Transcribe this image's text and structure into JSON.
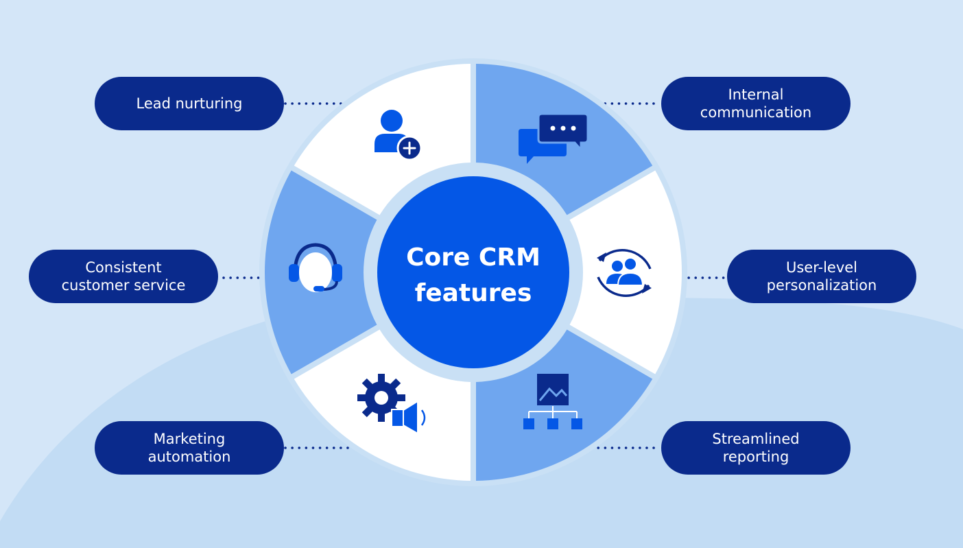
{
  "colors": {
    "background": "#d4e6f8",
    "background_wave": "#c2dcf4",
    "ring_gap": "#c9e0f5",
    "segment_light": "#ffffff",
    "segment_accent": "#6fa6ef",
    "hub": "#0457e6",
    "pill": "#0a2a8c",
    "icon_dark": "#0a2a8c",
    "icon_blue": "#0457e6",
    "dots": "#0a2a8c"
  },
  "center": {
    "line1": "Core CRM",
    "line2": "features"
  },
  "features": [
    {
      "key": "lead-nurturing",
      "lines": [
        "Lead nurturing"
      ],
      "icon": "user-add-icon"
    },
    {
      "key": "internal-communication",
      "lines": [
        "Internal",
        "communication"
      ],
      "icon": "chat-bubbles-icon"
    },
    {
      "key": "consistent-customer-service",
      "lines": [
        "Consistent",
        "customer service"
      ],
      "icon": "headset-icon"
    },
    {
      "key": "user-level-personalization",
      "lines": [
        "User-level",
        "personalization"
      ],
      "icon": "user-sync-icon"
    },
    {
      "key": "marketing-automation",
      "lines": [
        "Marketing",
        "automation"
      ],
      "icon": "gear-megaphone-icon"
    },
    {
      "key": "streamlined-reporting",
      "lines": [
        "Streamlined",
        "reporting"
      ],
      "icon": "report-hierarchy-icon"
    }
  ]
}
